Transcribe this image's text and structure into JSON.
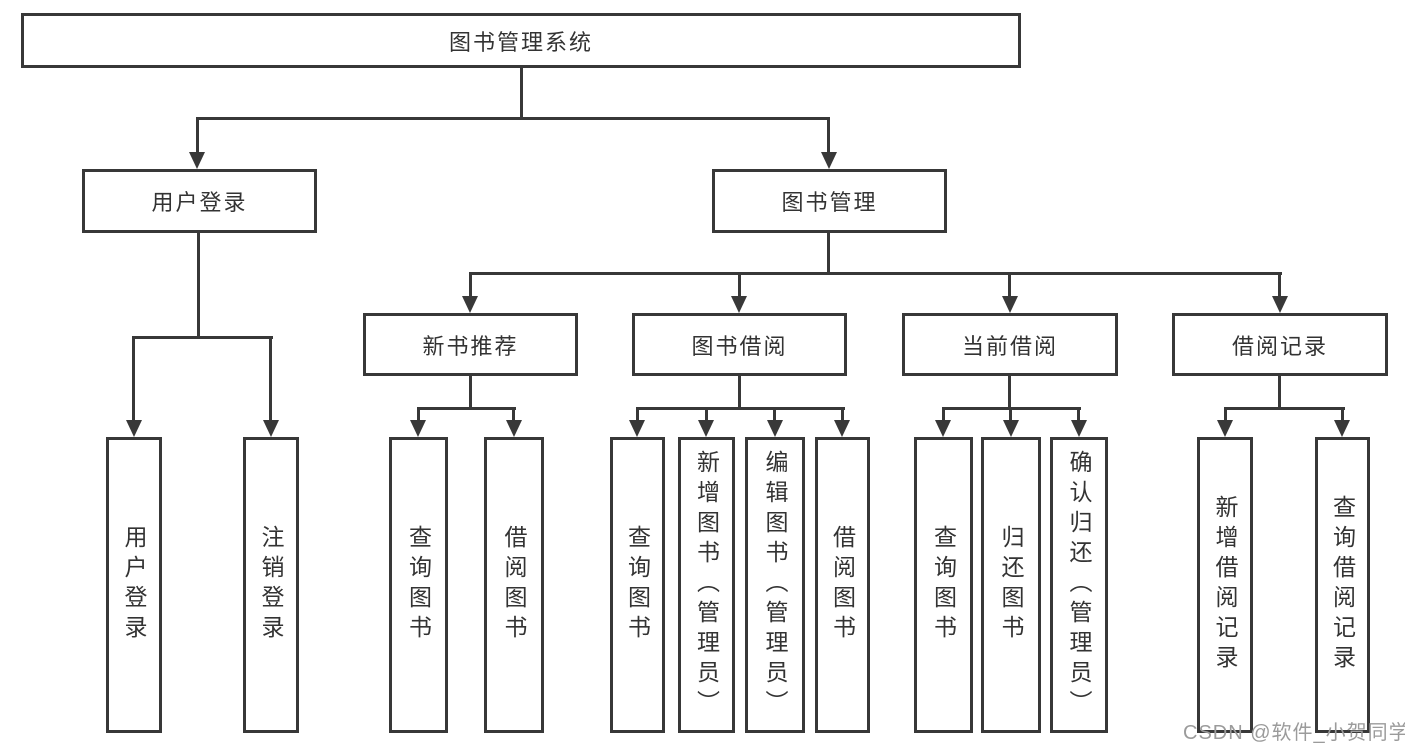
{
  "diagram": {
    "root": {
      "label": "图书管理系统"
    },
    "level2": [
      {
        "label": "用户登录"
      },
      {
        "label": "图书管理"
      }
    ],
    "level3": [
      {
        "label": "新书推荐"
      },
      {
        "label": "图书借阅"
      },
      {
        "label": "当前借阅"
      },
      {
        "label": "借阅记录"
      }
    ],
    "leaves": {
      "user_login": [
        {
          "label": "用户登录"
        },
        {
          "label": "注销登录"
        }
      ],
      "new_book": [
        {
          "label": "查询图书"
        },
        {
          "label": "借阅图书"
        }
      ],
      "book_borrow": [
        {
          "label": "查询图书"
        },
        {
          "label": "新增图书（管理员）"
        },
        {
          "label": "编辑图书（管理员）"
        },
        {
          "label": "借阅图书"
        }
      ],
      "current_borrow": [
        {
          "label": "查询图书"
        },
        {
          "label": "归还图书"
        },
        {
          "label": "确认归还（管理员）"
        }
      ],
      "borrow_record": [
        {
          "label": "新增借阅记录"
        },
        {
          "label": "查询借阅记录"
        }
      ]
    },
    "watermark": "CSDN @软件_小贺同学",
    "colors": {
      "line": "#383838",
      "text": "#333333",
      "background": "#ffffff",
      "watermark": "#9b9b9b"
    }
  }
}
